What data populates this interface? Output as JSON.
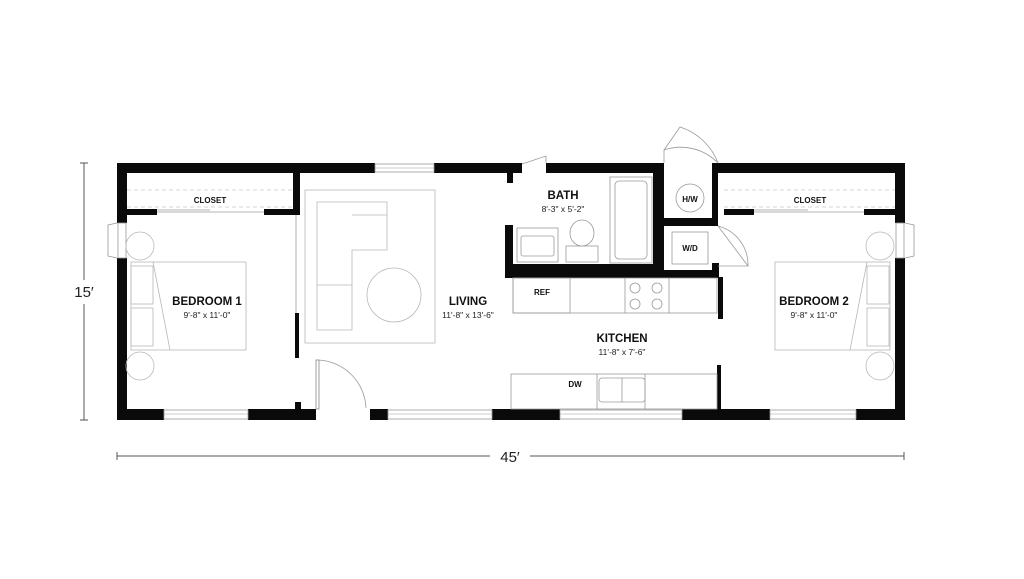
{
  "dimensions": {
    "width_label": "45′",
    "height_label": "15′"
  },
  "rooms": {
    "bedroom1": {
      "name": "BEDROOM 1",
      "size": "9'-8\" x 11'-0\""
    },
    "closet1": {
      "name": "CLOSET"
    },
    "living": {
      "name": "LIVING",
      "size": "11'-8\" x 13'-6\""
    },
    "bath": {
      "name": "BATH",
      "size": "8'-3\" x 5'-2\""
    },
    "kitchen": {
      "name": "KITCHEN",
      "size": "11'-8\" x 7'-6\""
    },
    "bedroom2": {
      "name": "BEDROOM 2",
      "size": "9'-8\" x 11'-0\""
    },
    "closet2": {
      "name": "CLOSET"
    }
  },
  "fixtures": {
    "hw": "H/W",
    "wd": "W/D",
    "ref": "REF",
    "dw": "DW"
  }
}
